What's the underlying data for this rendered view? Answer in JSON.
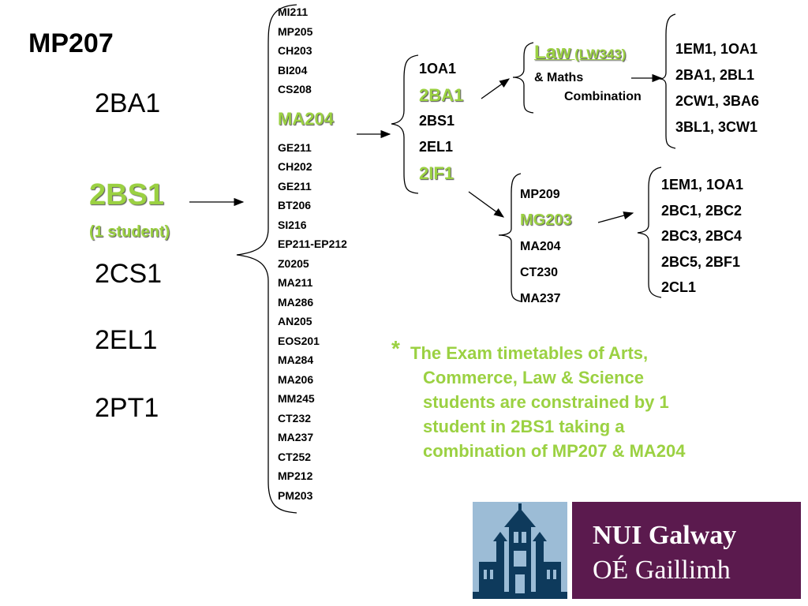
{
  "left": {
    "title": "MP207",
    "groups": [
      "2BA1",
      "2BS1",
      "2CS1",
      "2EL1",
      "2PT1"
    ],
    "student_note": "(1 student)"
  },
  "courses": [
    "MI211",
    "MP205",
    "CH203",
    "BI204",
    "CS208",
    "MA204",
    "GE211",
    "CH202",
    "GE211",
    "BT206",
    "SI216",
    "EP211-EP212",
    "Z0205",
    "MA211",
    "MA286",
    "AN205",
    "EOS201",
    "MA284",
    "MA206",
    "MM245",
    "CT232",
    "MA237",
    "CT252",
    "MP212",
    "PM203"
  ],
  "groups2": [
    "1OA1",
    "2BA1",
    "2BS1",
    "2EL1",
    "2IF1"
  ],
  "law": {
    "title": "Law",
    "code": "(LW343)",
    "line1": "& Maths",
    "line2": "Combination",
    "groups": [
      "1EM1, 1OA1",
      "2BA1, 2BL1",
      "2CW1, 3BA6",
      "3BL1, 3CW1"
    ]
  },
  "mg": {
    "courses": [
      "MP209",
      "MG203",
      "MA204",
      "CT230",
      "MA237"
    ],
    "groups": [
      "1EM1, 1OA1",
      "2BC1, 2BC2",
      "2BC3, 2BC4",
      "2BC5, 2BF1",
      "2CL1"
    ]
  },
  "note": {
    "star": "*",
    "lines": [
      "The Exam timetables of Arts,",
      "Commerce, Law & Science",
      "students are constrained by 1",
      "student in 2BS1 taking a",
      "combination of MP207 & MA204"
    ]
  },
  "logo": {
    "line1": "NUI Galway",
    "line2": "OÉ Gaillimh"
  },
  "colors": {
    "highlight": "#9bd142",
    "logo_purple": "#5b1a4e",
    "logo_blue": "#9cbcd6"
  }
}
